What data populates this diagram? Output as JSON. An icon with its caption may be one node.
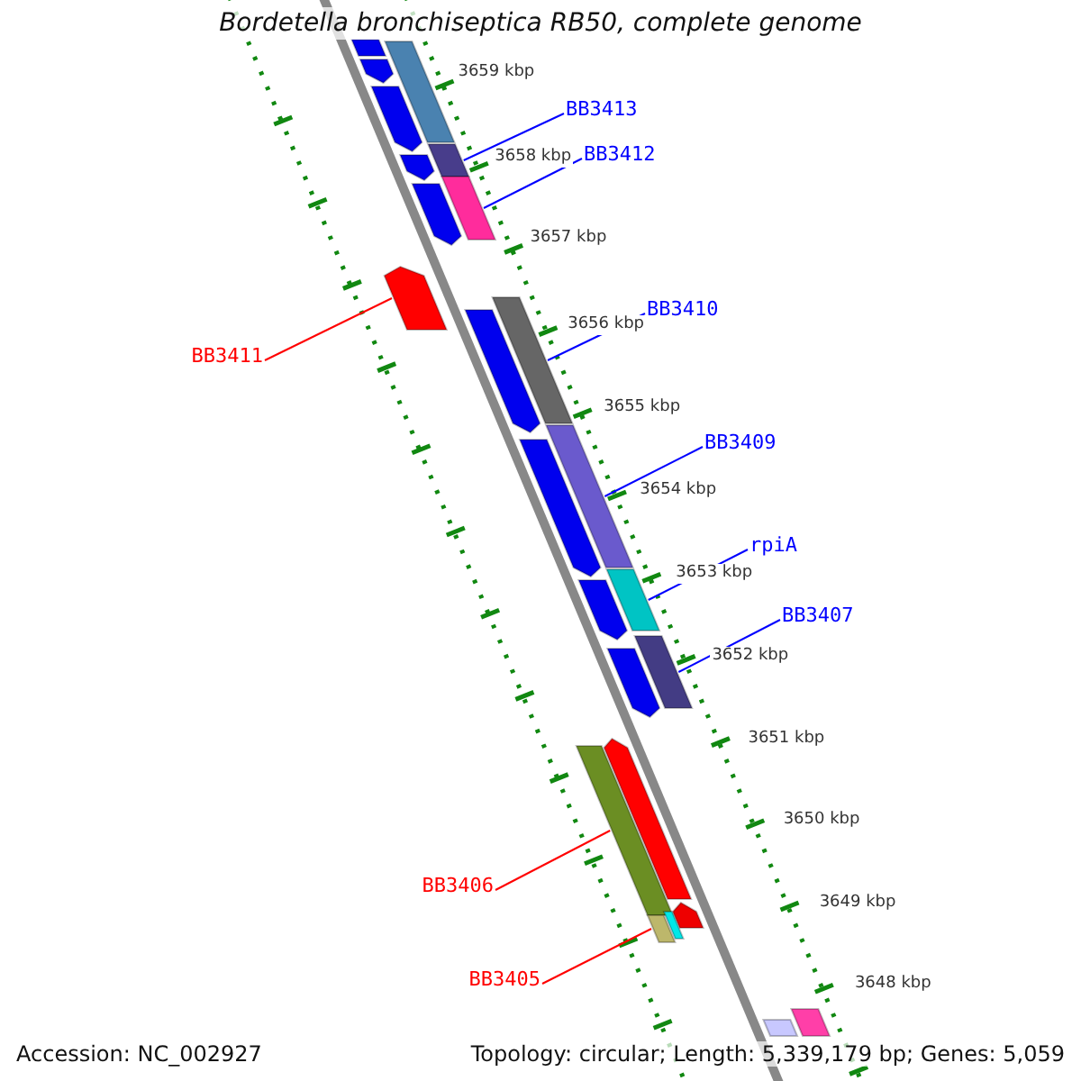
{
  "diagram": {
    "title": "Bordetella bronchiseptica RB50, complete genome",
    "nodes": [
      {
        "text": [
          "BB3413"
        ]
      },
      {
        "text": [],
        "shape": "bar"
      },
      {
        "text": [
          "BB3412"
        ]
      },
      {
        "text": [],
        "shape": "bar"
      },
      {
        "text": [
          "BB3410"
        ]
      },
      {
        "text": [],
        "shape": "bar"
      },
      {
        "text": [
          "BB3411"
        ]
      },
      {
        "text": [],
        "shape": "bar"
      },
      {
        "text": [
          "BB3409"
        ]
      },
      {
        "text": [],
        "shape": "bar"
      },
      {
        "text": [
          "rpiA"
        ]
      },
      {
        "text": [],
        "shape": "bar"
      },
      {
        "text": [
          "BB3407"
        ]
      },
      {
        "text": [],
        "shape": "bar"
      },
      {
        "text": [
          "BB3406"
        ]
      },
      {
        "text": [],
        "shape": "bar"
      },
      {
        "text": [
          "BB3405"
        ]
      },
      {
        "text": [],
        "shape": "bar"
      },
      {
        "text": [],
        "shape": "bar"
      },
      {
        "text": [],
        "shape": "bar"
      },
      {
        "text": [],
        "shape": "bar"
      },
      {
        "text": [],
        "shape": "bar"
      },
      {
        "text": [],
        "shape": "bar"
      },
      {
        "text": [],
        "shape": "bar"
      },
      {
        "text": [],
        "shape": "bar"
      },
      {
        "text": [],
        "shape": "bar"
      },
      {
        "text": [],
        "shape": "bar"
      },
      {
        "text": [],
        "shape": "bar"
      },
      {
        "text": [],
        "shape": "bar"
      },
      {
        "text": [],
        "shape": "bar"
      },
      {
        "text": [],
        "shape": "bar"
      },
      {
        "text": [],
        "shape": "bar"
      },
      {
        "text": [],
        "shape": "bar"
      }
    ],
    "edges": [
      {
        "from": 0,
        "to": 1,
        "arrow": "none"
      },
      {
        "from": 2,
        "to": 3,
        "arrow": "none"
      },
      {
        "from": 4,
        "to": 5,
        "arrow": "none"
      },
      {
        "from": 6,
        "to": 7,
        "arrow": "none",
        "color": "#ff0000"
      },
      {
        "from": 8,
        "to": 9,
        "arrow": "none"
      },
      {
        "from": 10,
        "to": 11,
        "arrow": "none"
      },
      {
        "from": 12,
        "to": 13,
        "arrow": "none"
      },
      {
        "from": 14,
        "to": 15,
        "arrow": "none",
        "color": "#ff0000"
      },
      {
        "from": 16,
        "to": 17,
        "arrow": "none",
        "color": "#ff0000"
      }
    ],
    "labels": [
      "3659 kbp",
      "3658 kbp",
      "3657 kbp",
      "3656 kbp",
      "3655 kbp",
      "3654 kbp",
      "3653 kbp",
      "3652 kbp",
      "3651 kbp",
      "3650 kbp",
      "3649 kbp",
      "3648 kbp",
      "Accession: NC_002927",
      "Topology: circular; Length: 5,339,179 bp; Genes: 5,059"
    ]
  }
}
